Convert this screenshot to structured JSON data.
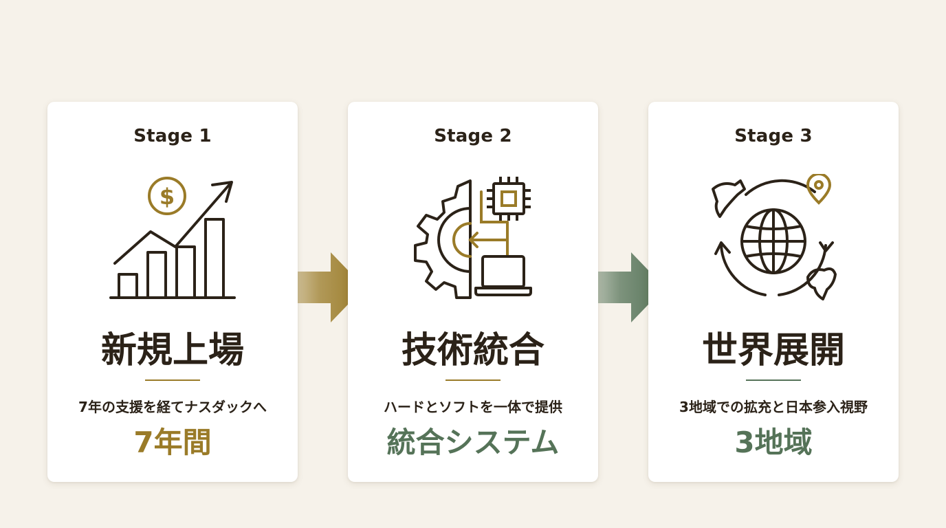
{
  "colors": {
    "background": "#f6f2ea",
    "gold": "#9a7b28",
    "green": "#557358",
    "dark": "#2b2218"
  },
  "stages": [
    {
      "label": "Stage 1",
      "icon": "growth-chart-dollar-icon",
      "title": "新規上場",
      "description": "7年の支援を経てナスダックへ",
      "highlight": "7年間",
      "accent": "#9a7b28"
    },
    {
      "label": "Stage 2",
      "icon": "gear-chip-laptop-icon",
      "title": "技術統合",
      "description": "ハードとソフトを一体で提供",
      "highlight": "統合システム",
      "accent": "#557358"
    },
    {
      "label": "Stage 3",
      "icon": "globe-location-icon",
      "title": "世界展開",
      "description": "3地域での拡充と日本参入視野",
      "highlight": "3地域",
      "accent": "#557358"
    }
  ]
}
